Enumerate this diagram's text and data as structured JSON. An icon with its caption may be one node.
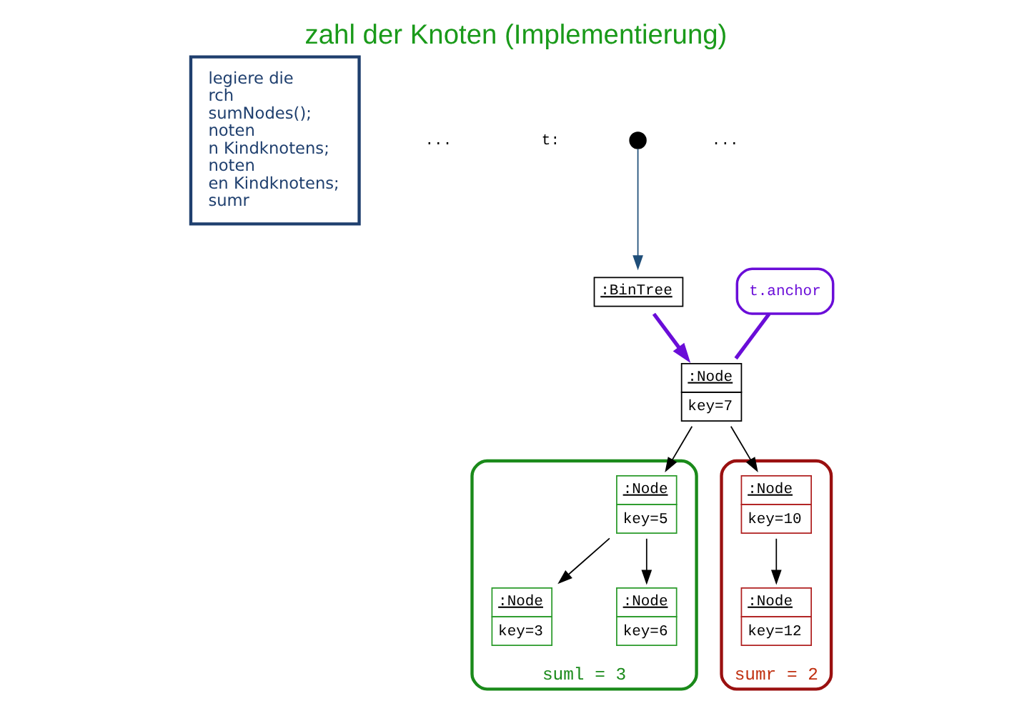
{
  "diagram": {
    "title": "zahl der Knoten (Implementierung)",
    "nodes": [
      {
        "text": [
          "legiere die",
          "rch",
          "sumNodes();",
          "noten",
          "n Kindknotens;",
          "noten",
          "en Kindknotens;",
          "sumr"
        ]
      },
      {
        "text": [],
        "shape": "circle"
      },
      {
        "text": [
          ":BinTree"
        ]
      },
      {
        "text": [
          ":Node",
          "key=7"
        ]
      },
      {
        "text": [
          "t.anchor"
        ]
      },
      {
        "text": [],
        "shape": "cloud",
        "beside": [
          "suml = 3"
        ]
      },
      {
        "text": [
          ":Node",
          "key=5"
        ],
        "in": 5
      },
      {
        "text": [
          ":Node",
          "key=3"
        ],
        "in": 5
      },
      {
        "text": [
          ":Node",
          "key=6"
        ],
        "in": 5
      },
      {
        "text": [],
        "shape": "cloud",
        "beside": [
          "sumr = 2"
        ]
      },
      {
        "text": [
          ":Node",
          "key=10"
        ],
        "in": 9
      },
      {
        "text": [
          ":Node",
          "key=12"
        ],
        "in": 9
      }
    ],
    "edges": [
      {
        "from": 1,
        "to": 2,
        "arrow": "to",
        "color": "#1f4e79"
      },
      {
        "from": 2,
        "to": 3,
        "arrow": "to",
        "style": "thick",
        "color": "#6a0dd8"
      },
      {
        "from": 4,
        "to": 3,
        "arrow": "none",
        "style": "thick",
        "color": "#6a0dd8"
      },
      {
        "from": 3,
        "to": 6,
        "arrow": "to"
      },
      {
        "from": 3,
        "to": 10,
        "arrow": "to"
      },
      {
        "from": 6,
        "to": 7,
        "arrow": "to"
      },
      {
        "from": 6,
        "to": 8,
        "arrow": "to"
      },
      {
        "from": 10,
        "to": 11,
        "arrow": "to"
      }
    ],
    "labels": [
      "...",
      "t:",
      "..."
    ]
  }
}
